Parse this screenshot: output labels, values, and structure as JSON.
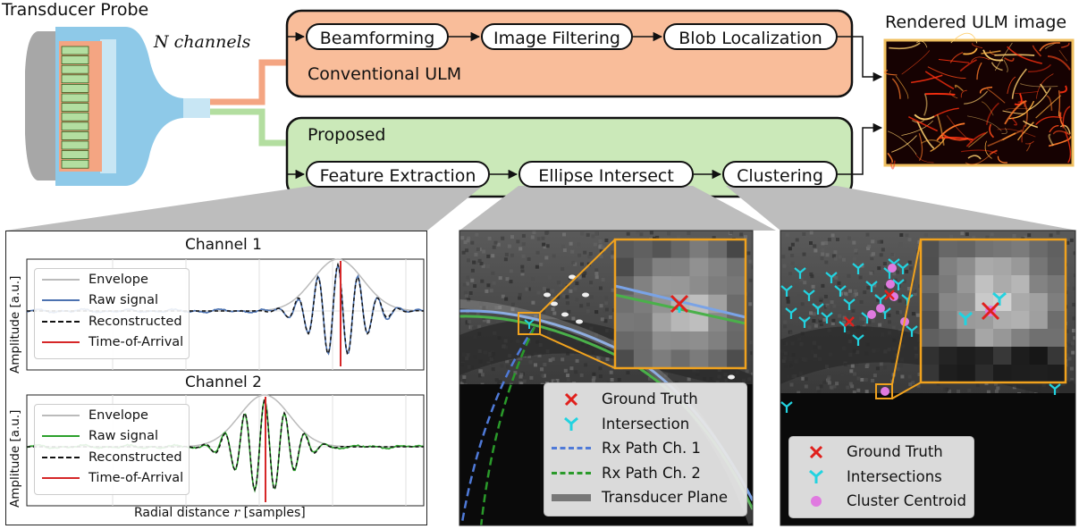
{
  "probe": {
    "title": "Transducer Probe",
    "channels_label": "N channels"
  },
  "conventional": {
    "label": "Conventional ULM",
    "steps": [
      "Beamforming",
      "Image Filtering",
      "Blob Localization"
    ]
  },
  "proposed": {
    "label": "Proposed",
    "steps": [
      "Feature Extraction",
      "Ellipse Intersect",
      "Clustering"
    ]
  },
  "output": {
    "title": "Rendered ULM image"
  },
  "signals": {
    "channel1_title": "Channel 1",
    "channel2_title": "Channel 2",
    "ylabel": "Amplitude [a.u.]",
    "xlabel": "Radial distance r [samples]",
    "legend1": [
      "Envelope",
      "Raw signal",
      "Reconstructed",
      "Time-of-Arrival"
    ],
    "legend2": [
      "Envelope",
      "Raw signal",
      "Reconstructed",
      "Time-of-Arrival"
    ]
  },
  "intersect_legend": [
    "Ground Truth",
    "Intersection",
    "Rx Path Ch. 1",
    "Rx Path Ch. 2",
    "Transducer Plane"
  ],
  "cluster_legend": [
    "Ground Truth",
    "Intersections",
    "Cluster Centroid"
  ],
  "colors": {
    "conventional_fill": "#f9bd9a",
    "proposed_fill": "#cbe9b9",
    "probe_blue": "#8ec9e8",
    "probe_orange": "#f4a582",
    "element_green": "#b3dea0",
    "raw1": "#4c72b0",
    "raw2": "#2ca02c",
    "toa": "#d62728",
    "envelope": "#bbbbbb",
    "frame_orange": "#f0a21e",
    "ground_truth": "#e0201c",
    "intersection": "#22d3e0",
    "centroid": "#e07ae0"
  },
  "chart_data": []
}
